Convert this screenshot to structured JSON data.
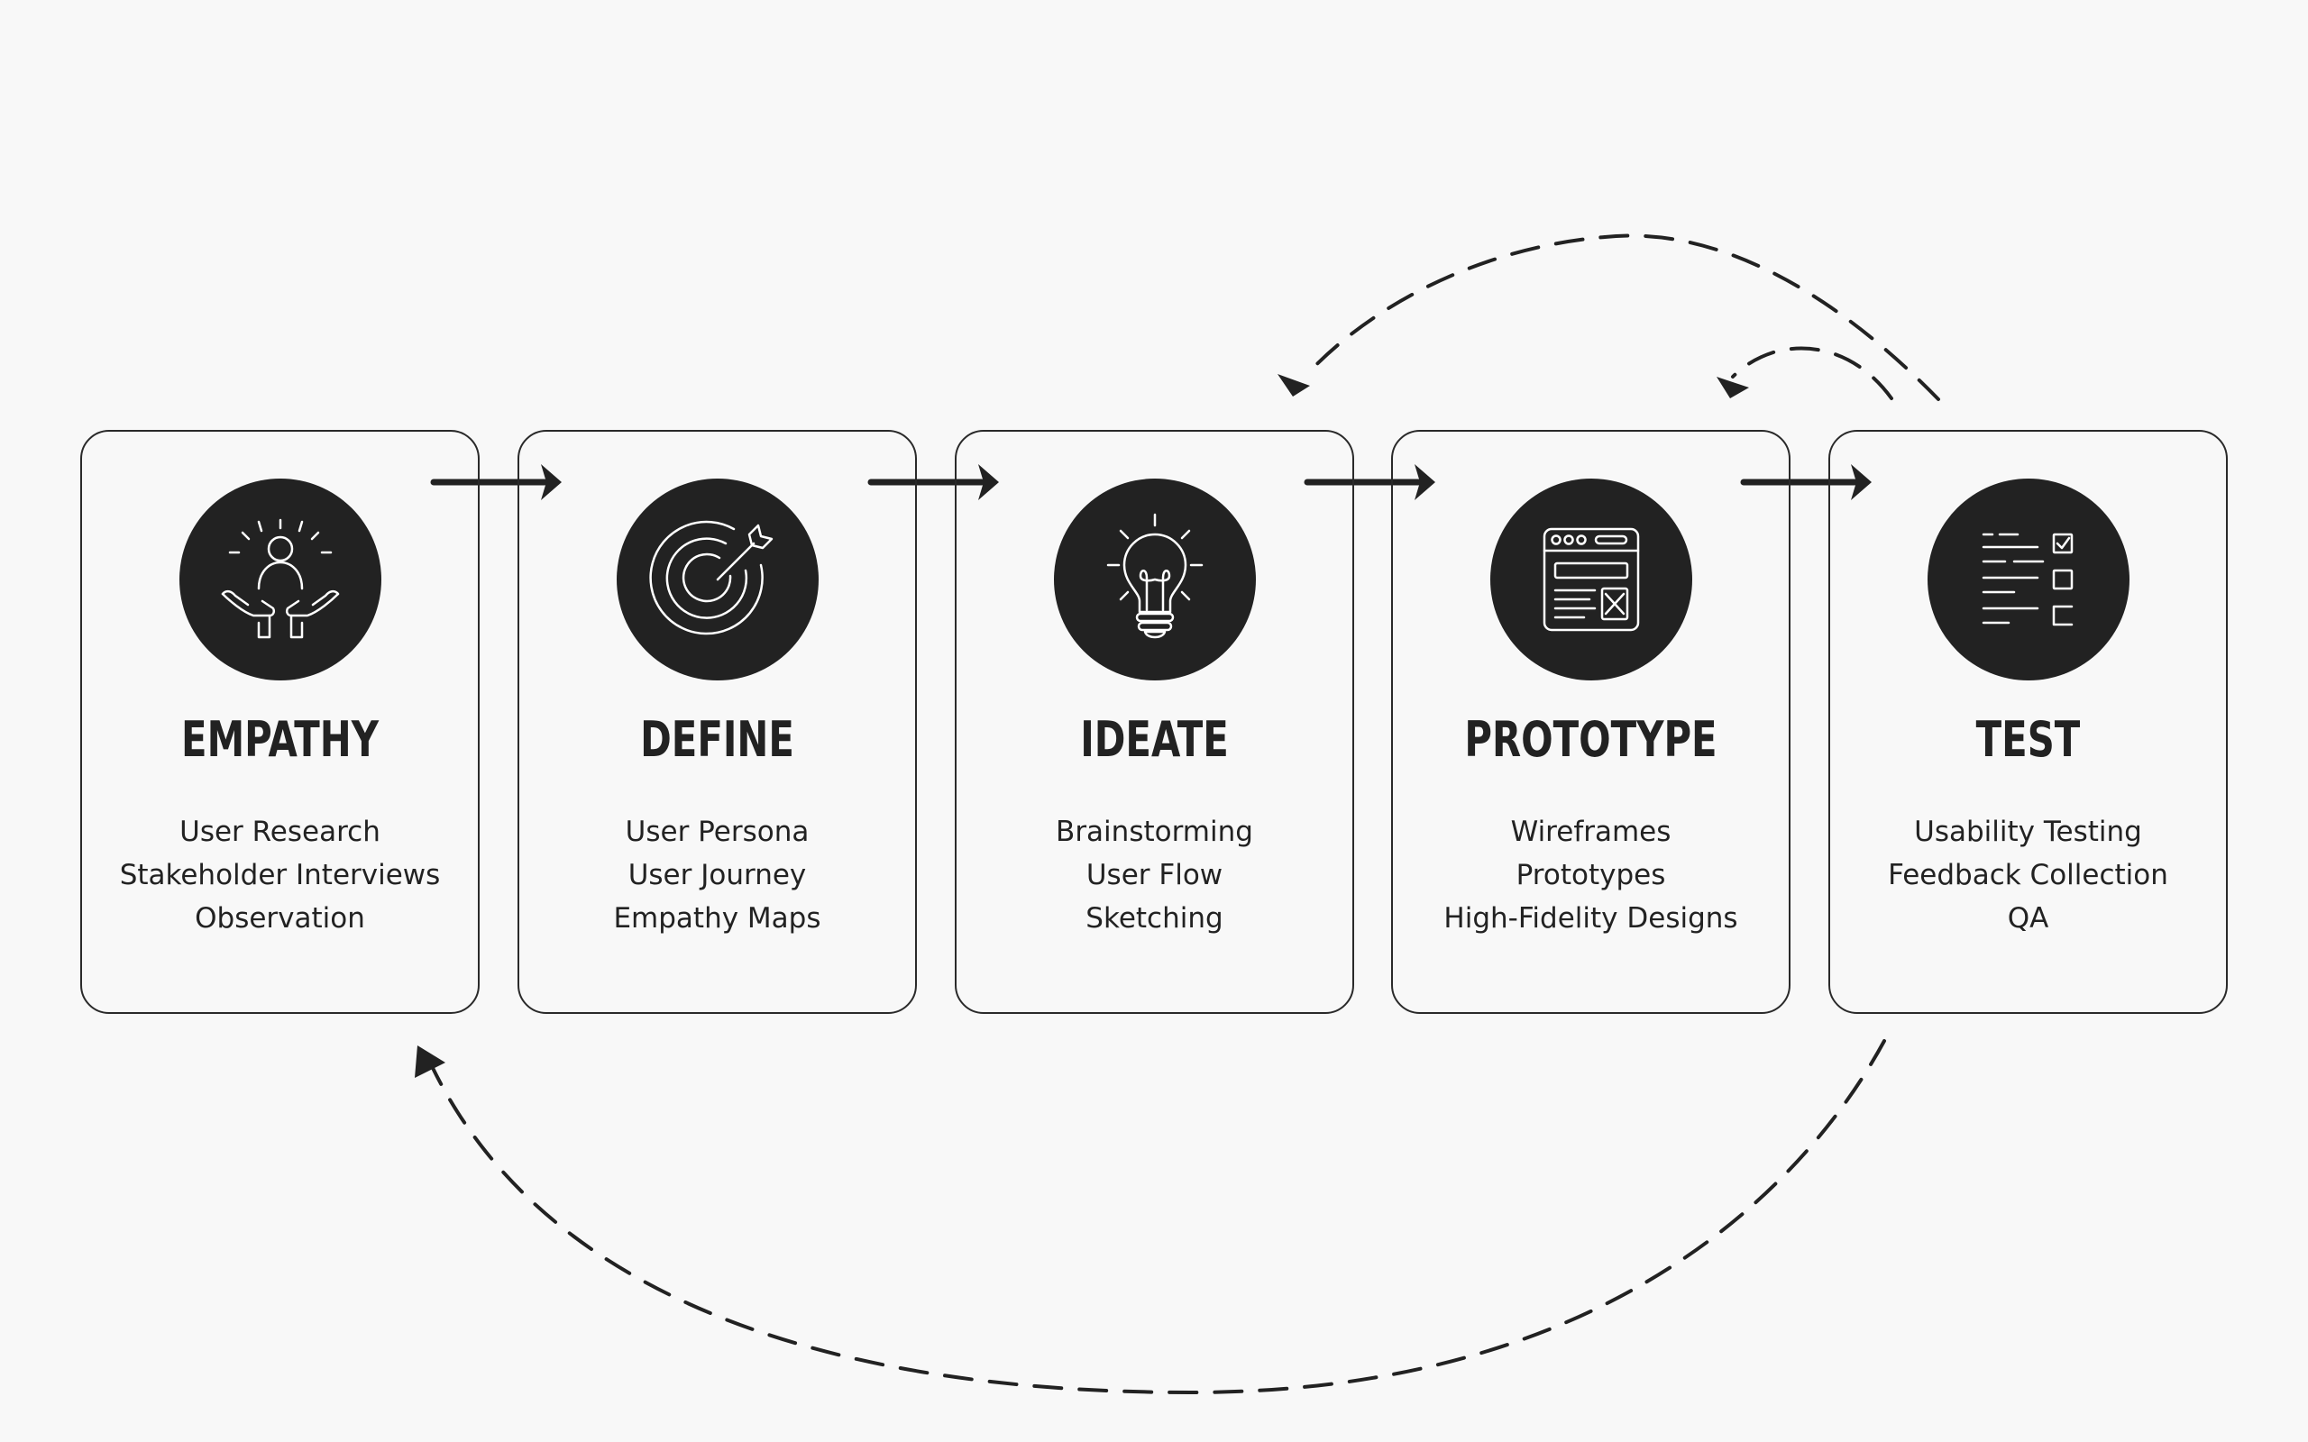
{
  "stages": [
    {
      "title": "EMPATHY",
      "icon": "person-hands-icon",
      "items": [
        "User Research",
        "Stakeholder Interviews",
        "Observation"
      ]
    },
    {
      "title": "DEFINE",
      "icon": "target-icon",
      "items": [
        "User Persona",
        "User Journey",
        "Empathy Maps"
      ]
    },
    {
      "title": "IDEATE",
      "icon": "lightbulb-icon",
      "items": [
        "Brainstorming",
        "User Flow",
        "Sketching"
      ]
    },
    {
      "title": "PROTOTYPE",
      "icon": "wireframe-window-icon",
      "items": [
        "Wireframes",
        "Prototypes",
        "High-Fidelity Designs"
      ]
    },
    {
      "title": "TEST",
      "icon": "checklist-icon",
      "items": [
        "Usability Testing",
        "Feedback Collection",
        "QA"
      ]
    }
  ],
  "colors": {
    "background": "#f8f8f8",
    "ink": "#222222"
  }
}
